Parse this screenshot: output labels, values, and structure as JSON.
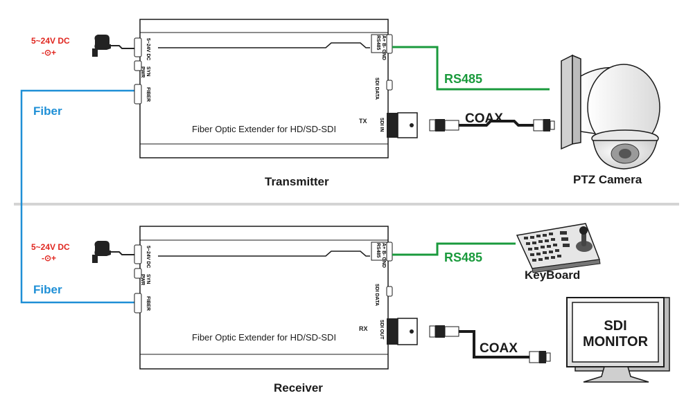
{
  "power_label": "5~24V DC",
  "power_symbol": "-⊙+",
  "fiber_label": "Fiber",
  "rs485_label": "RS485",
  "coax_label": "COAX",
  "device_desc": "Fiber Optic Extender for HD/SD-SDI",
  "port_labels": {
    "dc": "5~24V DC",
    "syn": "SYN",
    "pwr": "PWR",
    "fiber": "FIBER",
    "rs485": "RS485",
    "rs485_pins": "A+ B- GND",
    "sdi_data": "SDI DATA",
    "sdi_in": "SDI IN",
    "sdi_out": "SDI OUT"
  },
  "transmitter": {
    "tag": "TX",
    "title": "Transmitter"
  },
  "receiver": {
    "tag": "RX",
    "title": "Receiver"
  },
  "camera_label": "PTZ Camera",
  "keyboard_label": "KeyBoard",
  "monitor_line1": "SDI",
  "monitor_line2": "MONITOR",
  "colors": {
    "power_red": "#e0261f",
    "fiber_blue": "#1e8fd6",
    "rs485_green": "#1a9a3c",
    "outline": "#1a1a1a",
    "divider": "#d4d4d4"
  }
}
